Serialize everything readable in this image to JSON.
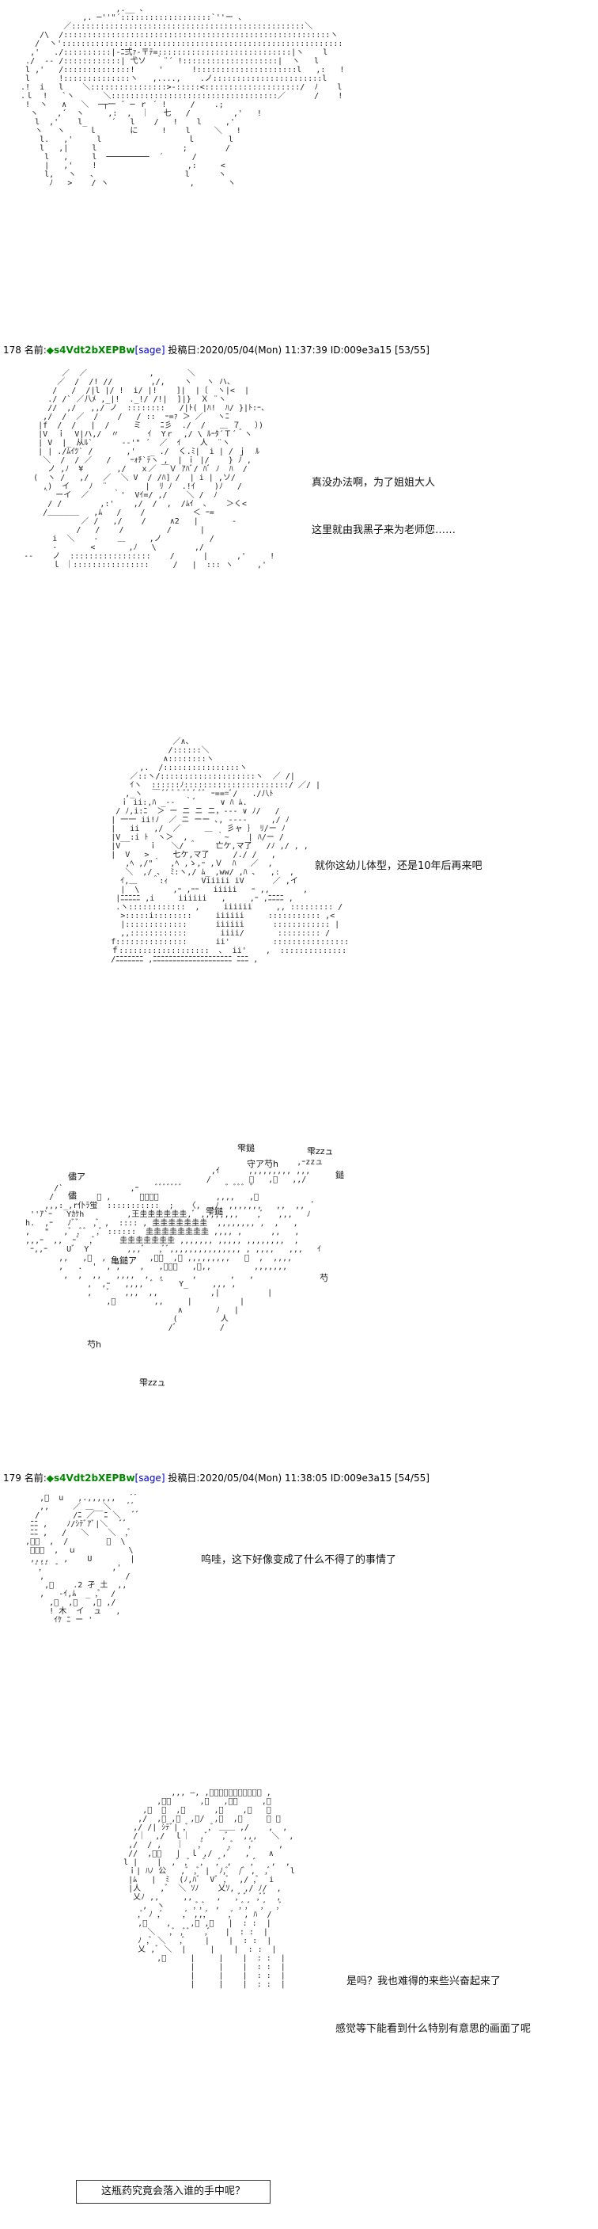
{
  "posts": [
    {
      "number": "178",
      "name_label": "名前:",
      "name": "◆s4Vdt2bXEPBw",
      "mail": "[sage]",
      "date_label": "投稿日:",
      "date": "2020/05/04(Mon) 11:37:39",
      "id": "ID:009e3a15",
      "count": "[53/55]"
    },
    {
      "number": "179",
      "name_label": "名前:",
      "name": "◆s4Vdt2bXEPBw",
      "mail": "[sage]",
      "date_label": "投稿日:",
      "date": "2020/05/04(Mon) 11:38:05",
      "id": "ID:009e3a15",
      "count": "[54/55]"
    }
  ],
  "captions": {
    "c1_line1": "真没办法啊，为了姐姐大人",
    "c1_line2": "这里就由我黑子来为老师您……",
    "c2": "就你这幼儿体型，还是10年后再来吧",
    "c3": "呜哇，这下好像变成了什么不得了的事情了",
    "c4_line1": "是吗？我也难得的来些兴奋起来了",
    "c4_line2": "感觉等下能看到什么特别有意思的画面了呢",
    "closing": "这瓶药究竟会落入谁的手中呢？"
  },
  "art": {
    "sfx": {
      "s1": "雫鎚",
      "s2": "守ア芍h",
      "s3": "儘ア",
      "s4": "儘",
      "s5": "雫鎚",
      "s6": "芍h",
      "s7": "雫zzュ",
      "s8": "鎚",
      "s9": "雫zzュ",
      "s10": "亀鎚ア",
      "s11": "芍"
    }
  }
}
